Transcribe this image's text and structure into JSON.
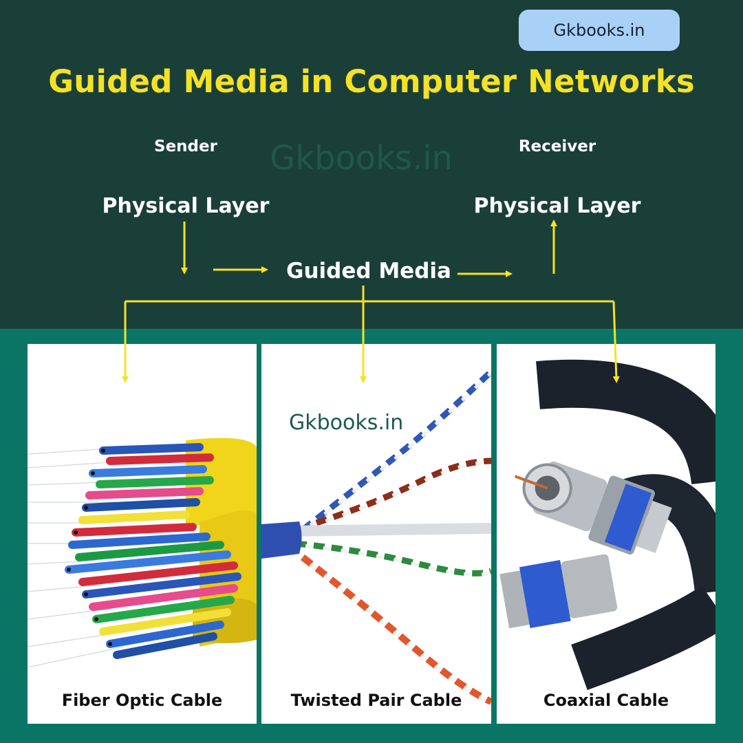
{
  "brand_badge": "Gkbooks.in",
  "title": "Guided Media in Computer Networks",
  "watermark": "Gkbooks.in",
  "sender": {
    "role": "Sender",
    "layer": "Physical Layer"
  },
  "receiver": {
    "role": "Receiver",
    "layer": "Physical Layer"
  },
  "center_label": "Guided Media",
  "panels": [
    {
      "caption": "Fiber Optic Cable"
    },
    {
      "caption": "Twisted Pair Cable",
      "watermark": "Gkbooks.in"
    },
    {
      "caption": "Coaxial Cable"
    }
  ],
  "colors": {
    "top_band": "#1a3f39",
    "lower_band": "#0a7564",
    "title": "#f5e224",
    "arrows": "#f5e224",
    "badge": "#a9d1f7"
  }
}
